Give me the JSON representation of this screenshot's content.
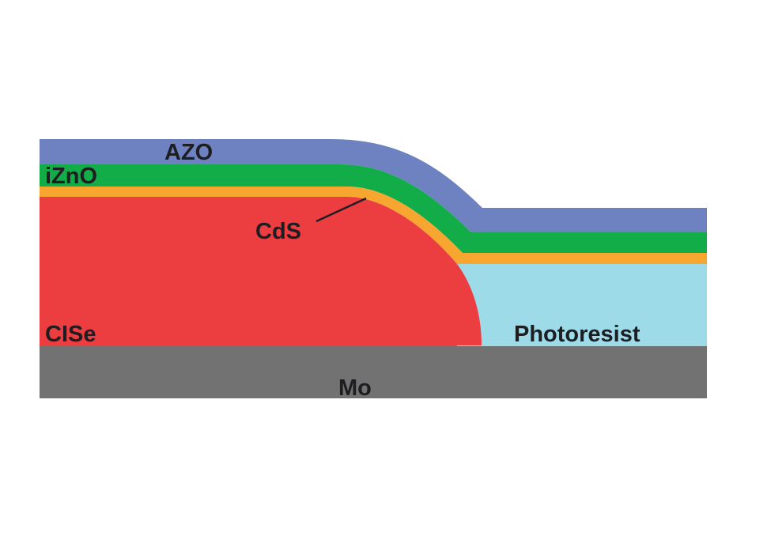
{
  "diagram": {
    "layers": [
      {
        "key": "azo",
        "label": "AZO",
        "color": "#6e82c1"
      },
      {
        "key": "izno",
        "label": "iZnO",
        "color": "#12ac48"
      },
      {
        "key": "cds",
        "label": "CdS",
        "color": "#f7a730"
      },
      {
        "key": "cise",
        "label": "CISe",
        "color": "#ec3d41"
      },
      {
        "key": "photoresist",
        "label": "Photoresist",
        "color": "#9edbe8"
      },
      {
        "key": "mo",
        "label": "Mo",
        "color": "#727272"
      }
    ],
    "labels": {
      "azo": "AZO",
      "izno": "iZnO",
      "cds": "CdS",
      "cise": "CISe",
      "photoresist": "Photoresist",
      "mo": "Mo"
    }
  }
}
